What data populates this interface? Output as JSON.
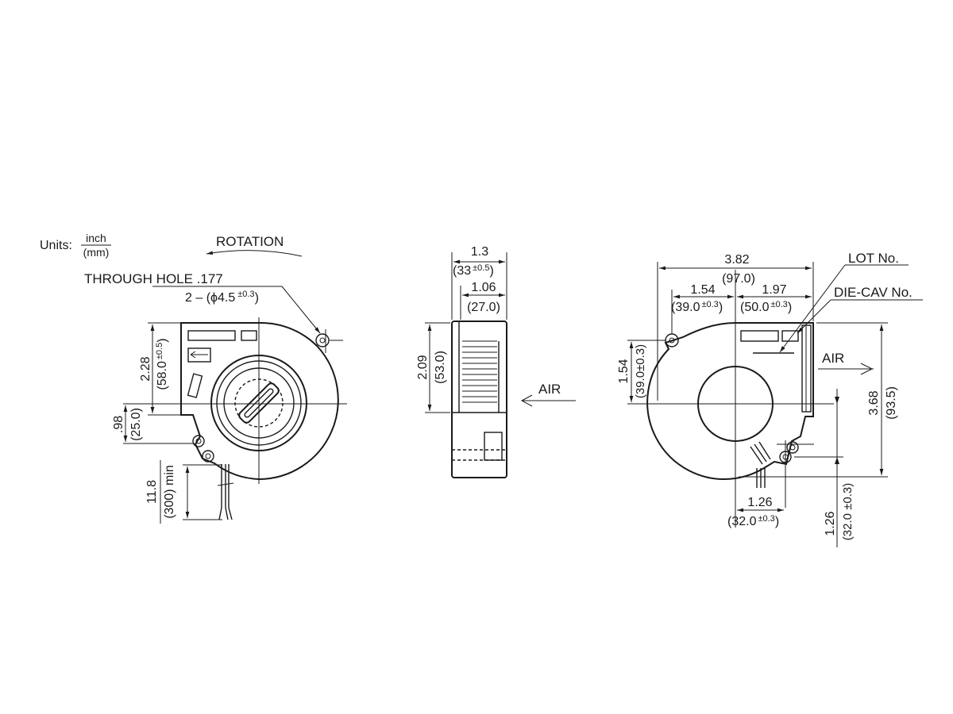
{
  "units": {
    "label": "Units:",
    "numerator": "inch",
    "denominator": "(mm)"
  },
  "front_view": {
    "rotation_label": "ROTATION",
    "through_hole": {
      "label": "THROUGH HOLE  .177",
      "spec": "2 – (ϕ4.5",
      "tol": "±0.3",
      "close": ")"
    },
    "dim_height": {
      "inch": "2.28",
      "mm": "(58.0",
      "tol": "±0.5",
      "close": ")"
    },
    "dim_offset": {
      "inch": ".98",
      "mm": "(25.0)"
    },
    "lead_length": {
      "inch": "11.8",
      "mm": "(300) min"
    }
  },
  "side_view": {
    "dim_width": {
      "inch": "1.3",
      "mm": "(33",
      "tol": "±0.5",
      "close": ")"
    },
    "dim_inner": {
      "inch": "1.06",
      "mm": "(27.0)"
    },
    "dim_height": {
      "inch": "2.09",
      "mm": "(53.0)"
    },
    "air_label": "AIR"
  },
  "back_view": {
    "dim_total": {
      "inch": "3.82",
      "mm": "(97.0)"
    },
    "dim_left": {
      "inch": "1.54",
      "mm": "(39.0",
      "tol": "±0.3",
      "close": ")"
    },
    "dim_right": {
      "inch": "1.97",
      "mm": "(50.0",
      "tol": "±0.3",
      "close": ")"
    },
    "dim_vert_left": {
      "inch": "1.54",
      "mm": "(39.0±0.3)"
    },
    "dim_height": {
      "inch": "3.68",
      "mm": "(93.5)"
    },
    "dim_hole_h": {
      "inch": "1.26",
      "mm": "(32.0",
      "tol": "±0.3",
      "close": ")"
    },
    "dim_hole_v": {
      "inch": "1.26",
      "mm": "(32.0 ±0.3)"
    },
    "lot_label": "LOT No.",
    "diecav_label": "DIE-CAV No.",
    "air_label": "AIR"
  }
}
